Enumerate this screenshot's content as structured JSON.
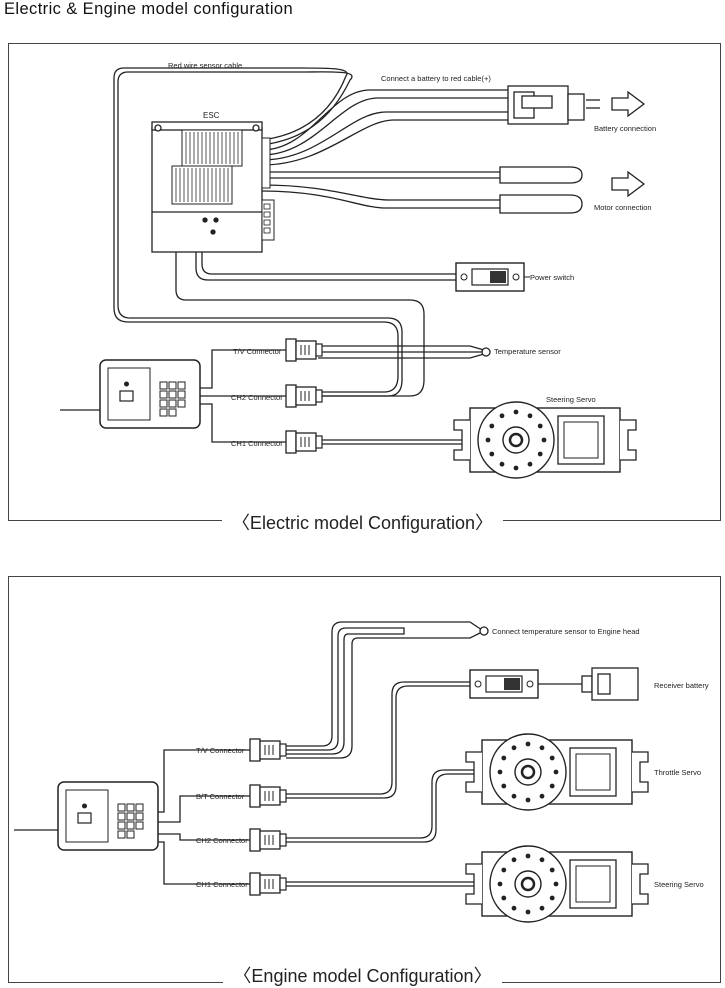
{
  "title": "Electric & Engine model configuration",
  "electric": {
    "caption": "〈Electric model Configuration〉",
    "esc_label": "ESC",
    "red_wire_label": "Red wire sensor cable",
    "battery_note": "Connect a battery to red cable(+)",
    "battery_connection": "Battery connection",
    "motor_connection": "Motor connection",
    "power_switch": "Power switch",
    "tv_connector": "T/V Connector",
    "ch2_connector": "CH2 Connector",
    "ch1_connector": "CH1 Connector",
    "temperature_sensor": "Temperature sensor",
    "steering_servo": "Steering Servo"
  },
  "engine": {
    "caption": "〈Engine model Configuration〉",
    "temp_note": "Connect temperature sensor to Engine head",
    "receiver_battery": "Receiver battery",
    "tv_connector": "T/V Connector",
    "bt_connector": "B/T Connector",
    "ch2_connector": "CH2 Connector",
    "ch1_connector": "CH1 Connector",
    "throttle_servo": "Throttle Servo",
    "steering_servo": "Steering Servo"
  }
}
